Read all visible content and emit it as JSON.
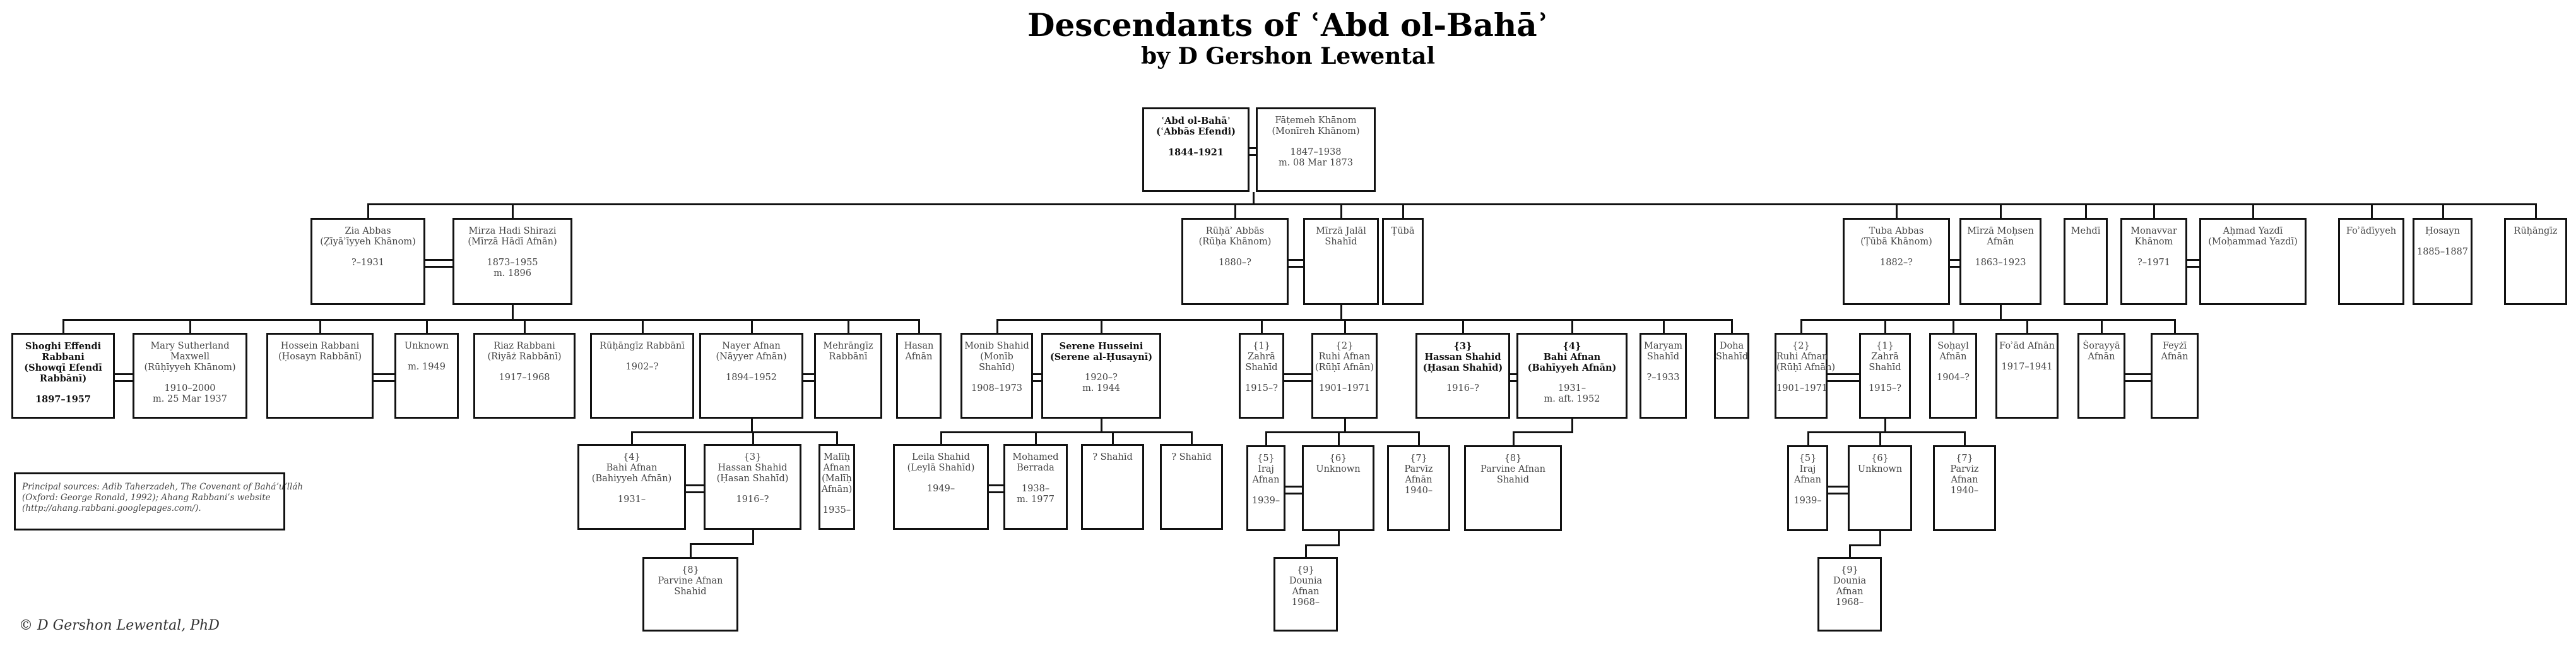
{
  "title": "Descendants of ʿAbd ol-Bahāʾ",
  "subtitle": "by D Gershon Lewental",
  "people": [
    {
      "id": "abd",
      "lines": [
        "ʿAbd ol-Bahāʾ",
        "(ʿAbbās Efendi)",
        "",
        "1844–1921"
      ],
      "bold": true
    },
    {
      "id": "fatemeh",
      "lines": [
        "Fāṭemeh Khānom",
        "(Monīreh Khānom)",
        "",
        "1847–1938",
        "m. 08 Mar 1873"
      ]
    },
    {
      "id": "zia",
      "lines": [
        "Zia Abbas",
        "(Ẓīyāʾīyyeh Khānom)",
        "",
        "?–1931"
      ]
    },
    {
      "id": "mirza_hadi",
      "lines": [
        "Mirza Hadi Shirazi",
        "(Mīrzā Hādī Afnān)",
        "",
        "1873–1955",
        "m. 1896"
      ]
    },
    {
      "id": "ruha",
      "lines": [
        "Rūḥāʾ Abbās",
        "(Rūḥa Khānom)",
        "",
        "1880–?"
      ]
    },
    {
      "id": "mirza_jalal",
      "lines": [
        "Mīrzā Jalāl",
        "Shahīd"
      ]
    },
    {
      "id": "tuba1",
      "lines": [
        "Ṭūbā"
      ]
    },
    {
      "id": "tuba_abbas",
      "lines": [
        "Tuba Abbas",
        "(Ṭūbā Khānom)",
        "",
        "1882–?"
      ]
    },
    {
      "id": "mohsen",
      "lines": [
        "Mīrzā Moḥsen",
        "Afnān",
        "",
        "1863–1923"
      ]
    },
    {
      "id": "mehdi",
      "lines": [
        "Mehdī"
      ]
    },
    {
      "id": "monavvar",
      "lines": [
        "Monavvar",
        "Khānom",
        "",
        "?–1971"
      ]
    },
    {
      "id": "ahmad",
      "lines": [
        "Aḥmad Yazdī",
        "(Moḥammad Yazdī)"
      ]
    },
    {
      "id": "foadiyyeh",
      "lines": [
        "Foʾādīyyeh"
      ]
    },
    {
      "id": "hosayn",
      "lines": [
        "Ḥosayn",
        "",
        "1885–1887"
      ]
    },
    {
      "id": "ruhangiz0",
      "lines": [
        "Rūḥāngīz"
      ]
    },
    {
      "id": "shoghi",
      "lines": [
        "Shoghi Effendi",
        "Rabbani",
        "(Showqī Efendī",
        "Rabbānī)",
        "",
        "1897–1957"
      ],
      "bold": true
    },
    {
      "id": "mary",
      "lines": [
        "Mary Sutherland",
        "Maxwell",
        "(Rūḥīyyeh Khānom)",
        "",
        "1910–2000",
        "m. 25 Mar 1937"
      ]
    },
    {
      "id": "hossein",
      "lines": [
        "Hossein Rabbani",
        "(Ḥosayn Rabbānī)"
      ]
    },
    {
      "id": "unknown1",
      "lines": [
        "Unknown",
        "",
        "m. 1949"
      ]
    },
    {
      "id": "riaz",
      "lines": [
        "Riaz Rabbani",
        "(Riyāż Rabbānī)",
        "",
        "1917–1968"
      ]
    },
    {
      "id": "ruhangiz",
      "lines": [
        "Rūḥāngīz Rabbānī",
        "",
        "1902–?"
      ]
    },
    {
      "id": "nayer",
      "lines": [
        "Nayer Afnan",
        "(Nāyyer Afnān)",
        "",
        "1894–1952"
      ]
    },
    {
      "id": "mehrangiz",
      "lines": [
        "Mehrāngīz",
        "Rabbānī"
      ]
    },
    {
      "id": "hasan_afnan",
      "lines": [
        "Hasan",
        "Afnān"
      ]
    },
    {
      "id": "monib",
      "lines": [
        "Monib Shahid",
        "(Monīb",
        "Shahīd)",
        "",
        "1908–1973"
      ]
    },
    {
      "id": "serene",
      "lines": [
        "Serene Husseini",
        "(Serene al-Ḥusaynī)",
        "",
        "1920–?",
        "m. 1944"
      ],
      "boldFirst": 2
    },
    {
      "id": "zahra_a",
      "lines": [
        "{1}",
        "Zahrā",
        "Shahīd",
        "",
        "1915–?"
      ]
    },
    {
      "id": "ruhi_a",
      "lines": [
        "{2}",
        "Ruhi Afnan",
        "(Rūḥī Afnān)",
        "",
        "1901–1971"
      ]
    },
    {
      "id": "hassan_a",
      "lines": [
        "{3}",
        "Hassan Shahid",
        "(Ḥasan Shahīd)",
        "",
        "1916–?"
      ],
      "boldFirst": 3
    },
    {
      "id": "bahi_a",
      "lines": [
        "{4}",
        "Bahi Afnan",
        "(Bahīyyeh Afnān)",
        "",
        "1931–",
        "m. aft. 1952"
      ],
      "boldFirst": 3
    },
    {
      "id": "maryam",
      "lines": [
        "Maryam",
        "Shahīd",
        "",
        "?–1933"
      ]
    },
    {
      "id": "doha",
      "lines": [
        "Doha",
        "Shahīd"
      ]
    },
    {
      "id": "ruhi_b",
      "lines": [
        "{2}",
        "Ruhi Afnan",
        "(Rūḥī Afnān)",
        "",
        "1901–1971"
      ]
    },
    {
      "id": "zahra_b",
      "lines": [
        "{1}",
        "Zahrā",
        "Shahīd",
        "",
        "1915–?"
      ]
    },
    {
      "id": "sohayl",
      "lines": [
        "Soḥayl",
        "Afnān",
        "",
        "1904–?"
      ]
    },
    {
      "id": "foad",
      "lines": [
        "Foʾād Afnān",
        "",
        "1917–1941"
      ]
    },
    {
      "id": "soraya",
      "lines": [
        "Ṡorayyā",
        "Afnān"
      ]
    },
    {
      "id": "feyzi",
      "lines": [
        "Feyżī",
        "Afnān"
      ]
    },
    {
      "id": "bahi_b",
      "lines": [
        "{4}",
        "Bahi Afnan",
        "(Bahiyyeh Afnān)",
        "",
        "1931–"
      ]
    },
    {
      "id": "hassan_b",
      "lines": [
        "{3}",
        "Hassan Shahid",
        "(Ḥasan Shahīd)",
        "",
        "1916–?"
      ]
    },
    {
      "id": "malih",
      "lines": [
        "Malīḥ",
        "Afnan",
        "(Malīḥ",
        "Afnān)",
        "",
        "1935–"
      ]
    },
    {
      "id": "leila",
      "lines": [
        "Leila Shahid",
        "(Leylā Shahīd)",
        "",
        "1949–"
      ]
    },
    {
      "id": "mohamed",
      "lines": [
        "Mohamed",
        "Berrada",
        "",
        "1938–",
        "m. 1977"
      ]
    },
    {
      "id": "q1",
      "lines": [
        "? Shahīd"
      ]
    },
    {
      "id": "q2",
      "lines": [
        "? Shahīd"
      ]
    },
    {
      "id": "iraj_a",
      "lines": [
        "{5}",
        "Iraj",
        "Afnan",
        "",
        "1939–"
      ]
    },
    {
      "id": "unk_a",
      "lines": [
        "{6}",
        "Unknown"
      ]
    },
    {
      "id": "parviz_a",
      "lines": [
        "{7}",
        "Parvīz",
        "Afnān",
        "1940–"
      ]
    },
    {
      "id": "parvine_a",
      "lines": [
        "{8}",
        "Parvine Afnan",
        "Shahid"
      ]
    },
    {
      "id": "iraj_b",
      "lines": [
        "{5}",
        "Iraj",
        "Afnan",
        "",
        "1939–"
      ]
    },
    {
      "id": "unk_b",
      "lines": [
        "{6}",
        "Unknown"
      ]
    },
    {
      "id": "parviz_b",
      "lines": [
        "{7}",
        "Parviz",
        "Afnan",
        "1940–"
      ]
    },
    {
      "id": "parvine_b",
      "lines": [
        "{8}",
        "Parvine Afnan",
        "Shahid"
      ]
    },
    {
      "id": "dounia_a",
      "lines": [
        "{9}",
        "Dounia",
        "Afnan",
        "1968–"
      ]
    },
    {
      "id": "dounia_b",
      "lines": [
        "{9}",
        "Dounia",
        "Afnan",
        "1968–"
      ]
    }
  ],
  "sources": [
    "Principal sources: Adib Taherzadeh, The Covenant of Baháʼuʼlláh",
    "(Oxford: George Ronald, 1992); Ahang Rabbani’s website",
    "(http://ahang.rabbani.googlepages.com/)."
  ],
  "copyright": "© D Gershon Lewental, PhD"
}
